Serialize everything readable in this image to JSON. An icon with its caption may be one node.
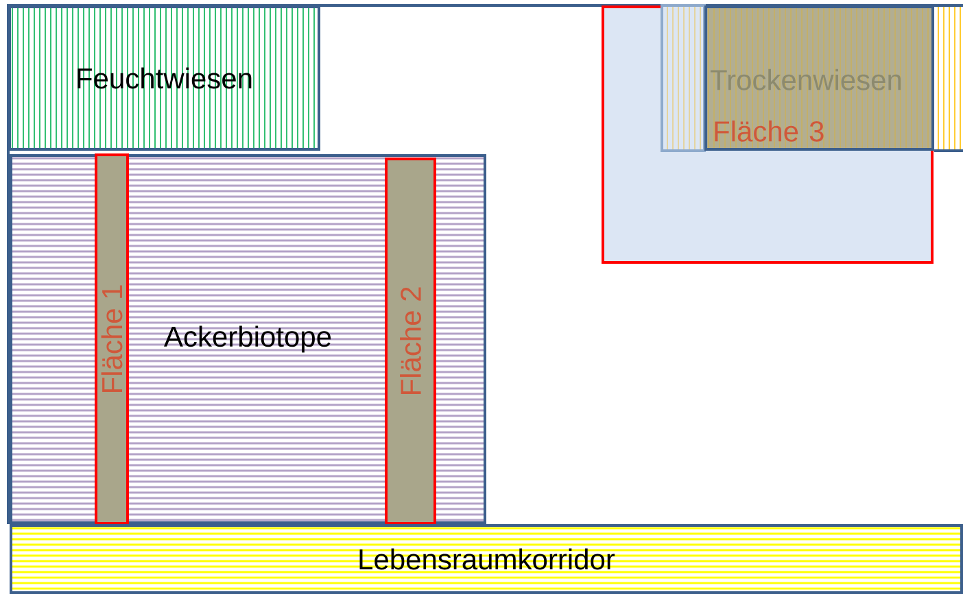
{
  "diagram": {
    "nodes": [
      {
        "text": [
          "Feuchtwiesen"
        ]
      },
      {
        "text": [
          "Ackerbiotope"
        ]
      },
      {
        "text": [
          "Fläche 1"
        ],
        "in": 1
      },
      {
        "text": [
          "Fläche 2"
        ],
        "in": 1
      },
      {
        "text": [],
        "shape": "box"
      },
      {
        "text": [
          "Trockenwiesen",
          "Fläche 3"
        ],
        "in": 4
      },
      {
        "text": [
          "Lebensraumkorridor"
        ]
      }
    ]
  }
}
